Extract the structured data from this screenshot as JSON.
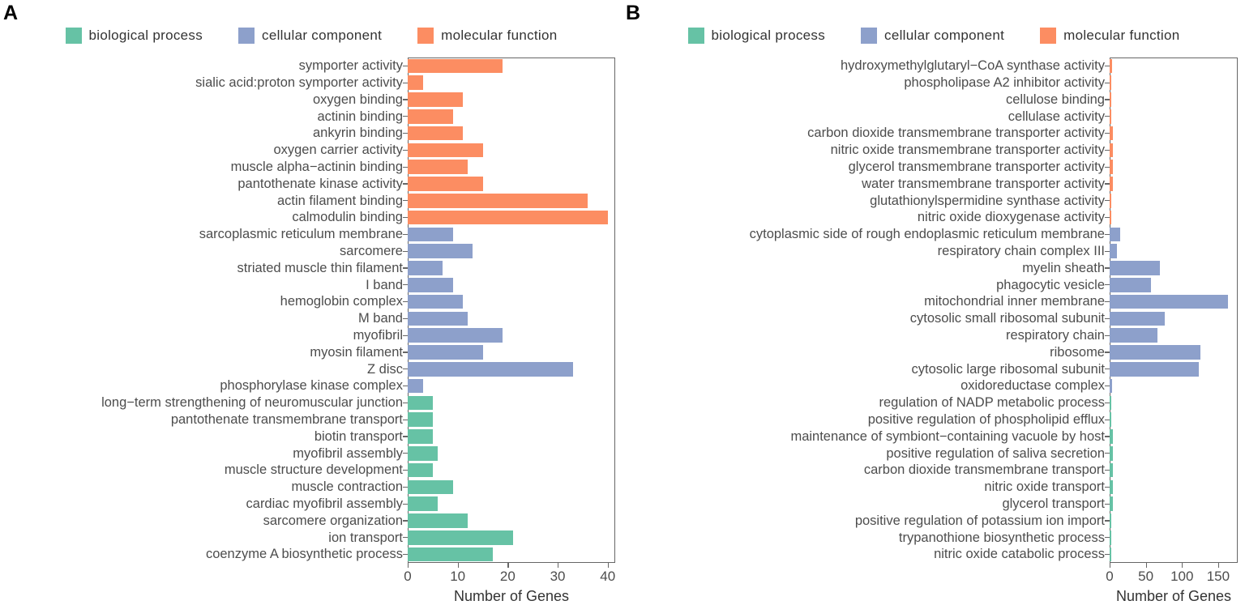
{
  "figure": {
    "panels": [
      {
        "letter": "A",
        "legend": [
          {
            "label": "biological process",
            "color": "#66c2a5",
            "key": "bp"
          },
          {
            "label": "cellular component",
            "color": "#8da0cb",
            "key": "cc"
          },
          {
            "label": "molecular function",
            "color": "#fc8d62",
            "key": "mf"
          }
        ],
        "chart_data": {
          "type": "bar",
          "orientation": "horizontal",
          "title": "",
          "xlabel": "Number of Genes",
          "ylabel": "",
          "xlim": [
            0,
            41.5
          ],
          "xticks": [
            0,
            10,
            20,
            30,
            40
          ],
          "xticklabels": [
            "0",
            "10",
            "20",
            "30",
            "40"
          ],
          "grid": false,
          "legend_position": "top-center",
          "categories": [
            "symporter activity",
            "sialic acid:proton symporter activity",
            "oxygen binding",
            "actinin binding",
            "ankyrin binding",
            "oxygen carrier activity",
            "muscle alpha−actinin binding",
            "pantothenate kinase activity",
            "actin filament binding",
            "calmodulin binding",
            "sarcoplasmic reticulum membrane",
            "sarcomere",
            "striated muscle thin filament",
            "I band",
            "hemoglobin complex",
            "M band",
            "myofibril",
            "myosin filament",
            "Z disc",
            "phosphorylase kinase complex",
            "long−term strengthening of neuromuscular junction",
            "pantothenate transmembrane transport",
            "biotin transport",
            "myofibril assembly",
            "muscle structure development",
            "muscle contraction",
            "cardiac myofibril assembly",
            "sarcomere organization",
            "ion transport",
            "coenzyme A biosynthetic process"
          ],
          "values": [
            19,
            3,
            11,
            9,
            11,
            15,
            12,
            15,
            36,
            40,
            9,
            13,
            7,
            9,
            11,
            12,
            19,
            15,
            33,
            3,
            5,
            5,
            5,
            6,
            5,
            9,
            6,
            12,
            21,
            17
          ],
          "ontology": [
            "mf",
            "mf",
            "mf",
            "mf",
            "mf",
            "mf",
            "mf",
            "mf",
            "mf",
            "mf",
            "cc",
            "cc",
            "cc",
            "cc",
            "cc",
            "cc",
            "cc",
            "cc",
            "cc",
            "cc",
            "bp",
            "bp",
            "bp",
            "bp",
            "bp",
            "bp",
            "bp",
            "bp",
            "bp",
            "bp"
          ]
        }
      },
      {
        "letter": "B",
        "legend": [
          {
            "label": "biological process",
            "color": "#66c2a5",
            "key": "bp"
          },
          {
            "label": "cellular component",
            "color": "#8da0cb",
            "key": "cc"
          },
          {
            "label": "molecular function",
            "color": "#fc8d62",
            "key": "mf"
          }
        ],
        "chart_data": {
          "type": "bar",
          "orientation": "horizontal",
          "title": "",
          "xlabel": "Number of Genes",
          "ylabel": "",
          "xlim": [
            0,
            177
          ],
          "xticks": [
            0,
            50,
            100,
            150
          ],
          "xticklabels": [
            "0",
            "50",
            "100",
            "150"
          ],
          "grid": false,
          "legend_position": "top-center",
          "categories": [
            "hydroxymethylglutaryl−CoA synthase activity",
            "phospholipase A2 inhibitor activity",
            "cellulose binding",
            "cellulase activity",
            "carbon dioxide transmembrane transporter activity",
            "nitric oxide transmembrane transporter activity",
            "glycerol transmembrane transporter activity",
            "water transmembrane transporter activity",
            "glutathionylspermidine synthase activity",
            "nitric oxide dioxygenase activity",
            "cytoplasmic side of rough endoplasmic reticulum membrane",
            "respiratory chain complex III",
            "myelin sheath",
            "phagocytic vesicle",
            "mitochondrial inner membrane",
            "cytosolic small ribosomal subunit",
            "respiratory chain",
            "ribosome",
            "cytosolic large ribosomal subunit",
            "oxidoreductase complex",
            "regulation of NADP metabolic process",
            "positive regulation of phospholipid efflux",
            "maintenance of symbiont−containing vacuole by host",
            "positive regulation of saliva secretion",
            "carbon dioxide transmembrane transport",
            "nitric oxide transport",
            "glycerol transport",
            "positive regulation of potassium ion import",
            "trypanothione biosynthetic process",
            "nitric oxide catabolic process"
          ],
          "values": [
            3,
            2,
            2,
            2,
            4,
            4,
            4,
            4,
            2,
            1,
            15,
            10,
            70,
            57,
            164,
            76,
            66,
            126,
            123,
            3,
            2,
            2,
            4,
            4,
            4,
            4,
            4,
            2,
            2,
            2
          ],
          "ontology": [
            "mf",
            "mf",
            "mf",
            "mf",
            "mf",
            "mf",
            "mf",
            "mf",
            "mf",
            "mf",
            "cc",
            "cc",
            "cc",
            "cc",
            "cc",
            "cc",
            "cc",
            "cc",
            "cc",
            "cc",
            "bp",
            "bp",
            "bp",
            "bp",
            "bp",
            "bp",
            "bp",
            "bp",
            "bp",
            "bp"
          ]
        }
      }
    ]
  }
}
